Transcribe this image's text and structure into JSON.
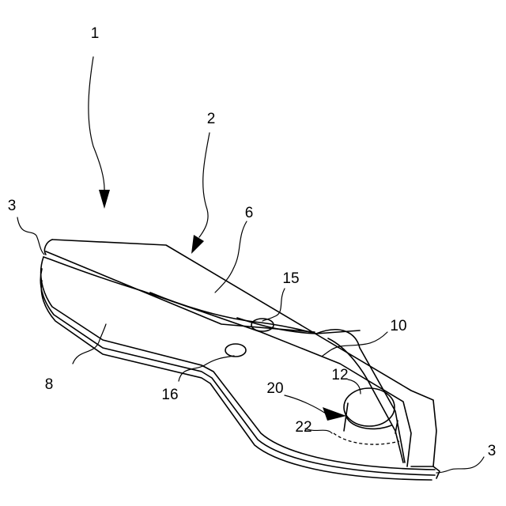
{
  "labels": {
    "device": "1",
    "body": "2",
    "end_left": "3",
    "end_right": "3",
    "upper_sheet": "6",
    "lower_sheet": "8",
    "flap": "10",
    "opening": "12",
    "upper_hole": "15",
    "lower_hole": "16",
    "tab": "20",
    "slit": "22"
  }
}
